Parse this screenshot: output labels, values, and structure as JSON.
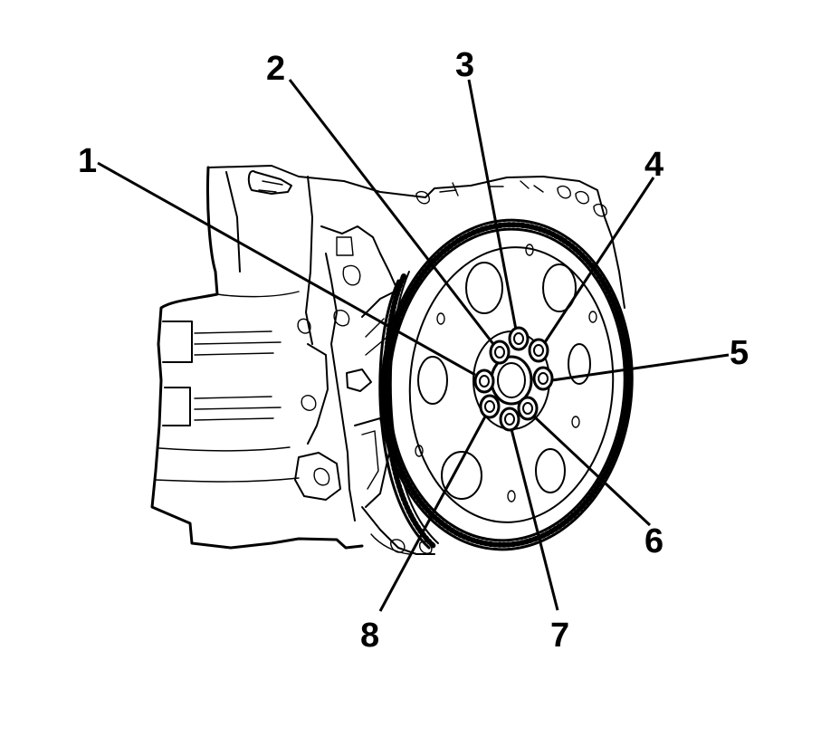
{
  "callouts": [
    {
      "id": 1,
      "label": "1"
    },
    {
      "id": 2,
      "label": "2"
    },
    {
      "id": 3,
      "label": "3"
    },
    {
      "id": 4,
      "label": "4"
    },
    {
      "id": 5,
      "label": "5"
    },
    {
      "id": 6,
      "label": "6"
    },
    {
      "id": 7,
      "label": "7"
    },
    {
      "id": 8,
      "label": "8"
    }
  ],
  "colors": {
    "ink": "#000000",
    "paper": "#ffffff"
  },
  "drawing": "flywheel-bolt-pattern-line-art"
}
